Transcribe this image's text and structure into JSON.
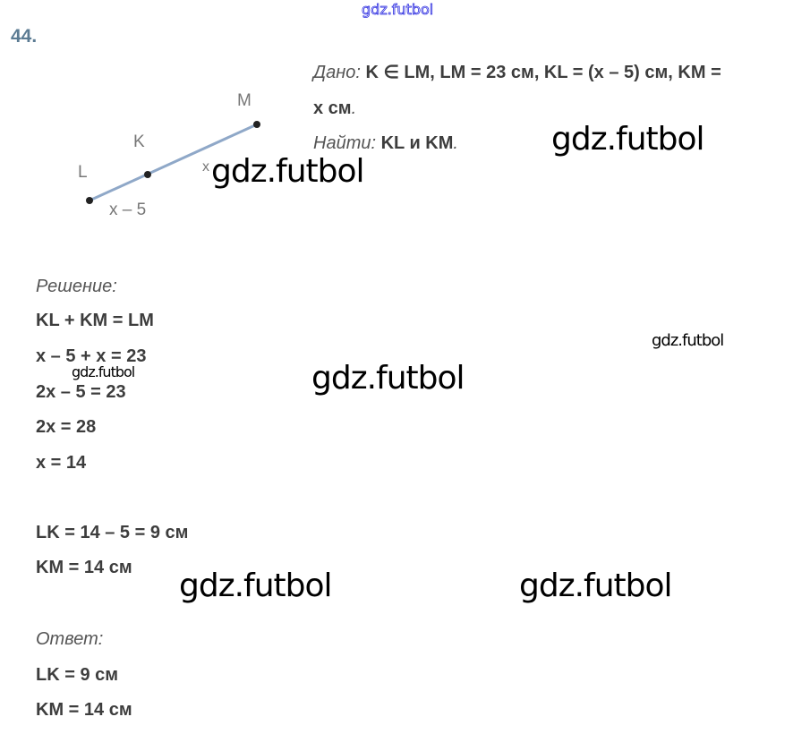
{
  "header_watermark": "gdz.futbol",
  "problem_number": "44.",
  "given": {
    "label": "Дано:",
    "text": "K ∈ LM, LM = 23 см, KL = (x – 5) см, KM =",
    "text_cont": "x см",
    "period": "."
  },
  "find": {
    "label": "Найти:",
    "text": "KL и KM",
    "period": "."
  },
  "diagram": {
    "points": [
      "L",
      "K",
      "M"
    ],
    "segment_labels": [
      "x – 5",
      "x"
    ],
    "line_color": "#8fa8c8"
  },
  "solution": {
    "label": "Решение:",
    "lines": [
      "KL + KM = LM",
      "x – 5 + x = 23",
      "2x – 5 = 23",
      "2x = 28",
      "x = 14"
    ],
    "results": [
      "LK = 14 – 5 = 9 см",
      "KM = 14 см"
    ]
  },
  "answer": {
    "label": "Ответ:",
    "lines": [
      "LK = 9 см",
      "KM = 14 см"
    ]
  },
  "watermarks": [
    "gdz.futbol",
    "gdz.futbol",
    "gdz.futbol",
    "gdz.futbol",
    "gdz.futbol",
    "gdz.futbol",
    "gdz.futbol"
  ]
}
